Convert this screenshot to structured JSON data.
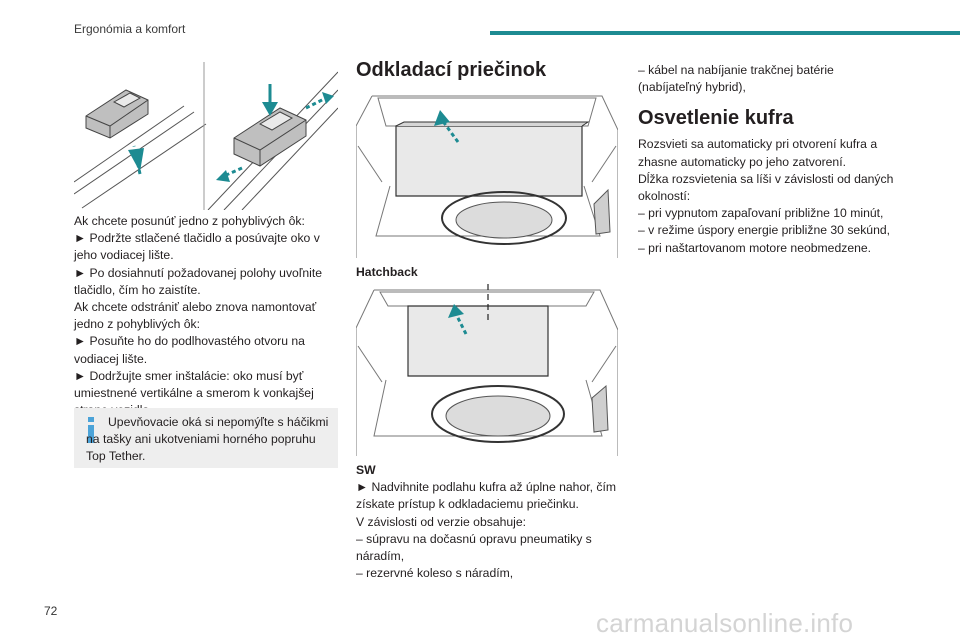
{
  "header": {
    "section_title": "Ergonómia a komfort",
    "accent_color": "#1d8b92"
  },
  "page_number": "72",
  "watermark": "carmanualsonline.info",
  "left_column": {
    "paragraphs": [
      "Ak chcete posunúť jedno z pohyblivých ôk:",
      "► Podržte stlačené tlačidlo a posúvajte oko v jeho vodiacej lište.",
      "► Po dosiahnutí požadovanej polohy uvoľnite tlačidlo, čím ho zaistíte.",
      "Ak chcete odstrániť alebo znova namontovať jedno z pohyblivých ôk:",
      "► Posuňte ho do podlhovastého otvoru na vodiacej lište.",
      "► Dodržujte smer inštalácie: oko musí byť umiestnené vertikálne a smerom k vonkajšej strane vozidla."
    ],
    "note": {
      "icon": "info-icon",
      "text": "Upevňovacie oká si nepomýľte s háčikmi na tašky ani ukotveniami horného popruhu Top Tether."
    }
  },
  "middle_column": {
    "heading": "Odkladací priečinok",
    "caption_1": "Hatchback",
    "caption_2": "SW",
    "paragraphs": [
      "► Nadvihnite podlahu kufra až úplne nahor, čím získate prístup k odkladaciemu priečinku.",
      "V závislosti od verzie obsahuje:",
      "– súpravu na dočasnú opravu pneumatiky s náradím,",
      "– rezervné koleso s náradím,"
    ]
  },
  "right_column": {
    "continued_item": "– kábel na nabíjanie trakčnej batérie (nabíjateľný hybrid),",
    "heading": "Osvetlenie kufra",
    "paragraphs": [
      "Rozsvieti sa automaticky pri otvorení kufra a zhasne automaticky po jeho zatvorení.",
      "Dĺžka rozsvietenia sa líši v závislosti od daných okolností:",
      "– pri vypnutom zapaľovaní približne 10 minút,",
      "– v režime úspory energie približne 30 sekúnd,",
      "– pri naštartovanom motore neobmedzene."
    ]
  }
}
